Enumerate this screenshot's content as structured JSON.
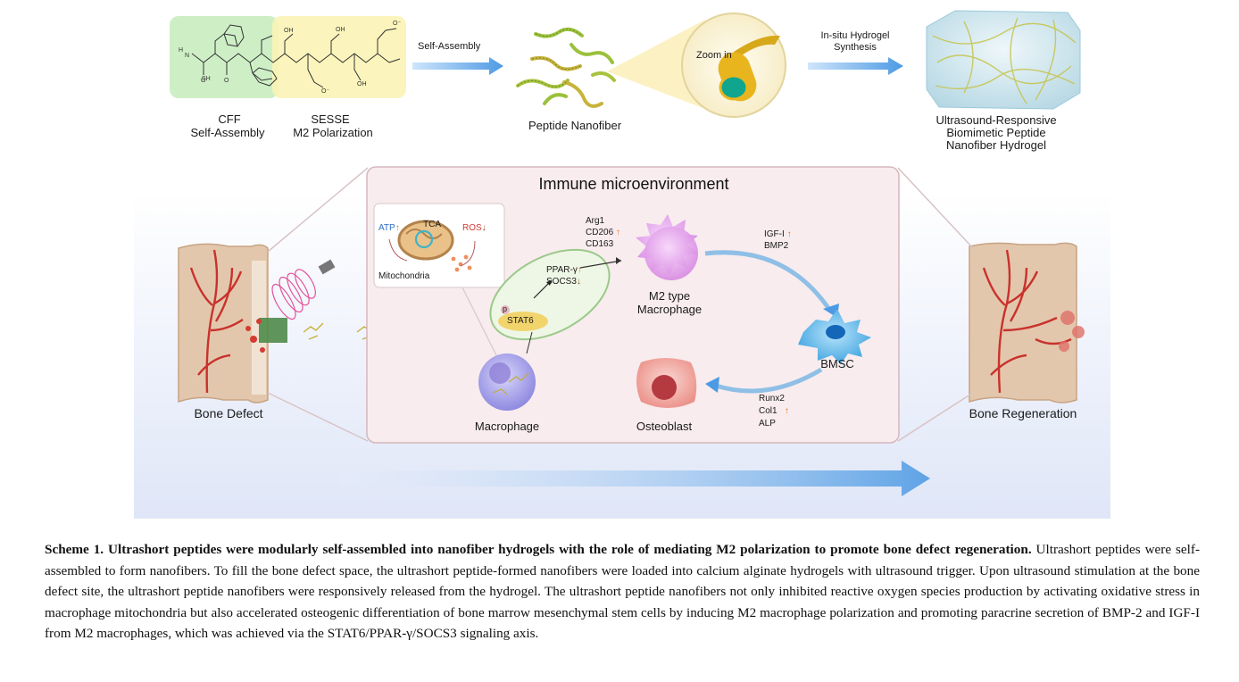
{
  "top": {
    "peptide_labels": {
      "cff": "CFF",
      "cff_sub": "Self-Assembly",
      "sesse": "SESSE",
      "sesse_sub": "M2 Polarization"
    },
    "self_assembly": "Self-Assembly",
    "peptide_nanofiber": "Peptide Nanofiber",
    "zoom_in": "Zoom in",
    "insitu_line1": "In-situ Hydrogel",
    "insitu_line2": "Synthesis",
    "hydrogel_line1": "Ultrasound-Responsive",
    "hydrogel_line2": "Biomimetic Peptide",
    "hydrogel_line3": "Nanofiber Hydrogel"
  },
  "panel": {
    "title": "Immune microenvironment",
    "atp": "ATP",
    "tca": "TCA",
    "ros": "ROS",
    "mitochondria": "Mitochondria",
    "ppar": "PPAR-γ",
    "socs3": "SOCS3",
    "p": "p",
    "stat6": "STAT6",
    "arg1": "Arg1",
    "cd206": "CD206",
    "cd163": "CD163",
    "m2_line1": "M2 type",
    "m2_line2": "Macrophage",
    "igf": "IGF-I",
    "bmp2": "BMP2",
    "bmsc": "BMSC",
    "macrophage": "Macrophage",
    "osteoblast": "Osteoblast",
    "runx2": "Runx2",
    "col1": "Col1",
    "alp": "ALP"
  },
  "bone_defect": "Bone Defect",
  "bone_regeneration": "Bone Regeneration",
  "arrows": {
    "up": "↑",
    "down": "↓"
  },
  "caption": {
    "title": "Scheme 1. Ultrashort peptides were modularly self-assembled into nanofiber hydrogels with the role of mediating M2 polarization to promote bone defect regeneration.",
    "body": " Ultrashort peptides were self-assembled to form nanofibers. To fill the bone defect space, the ultrashort peptide-formed nanofibers were loaded into calcium alginate hydrogels with ultrasound trigger. Upon ultrasound stimulation at the bone defect site, the ultrashort peptide nanofibers were responsively released from the hydrogel. The ultrashort peptide nanofibers not only inhibited reactive oxygen species production by activating oxidative stress in macrophage mitochondria but also accelerated osteogenic differentiation of bone marrow mesenchymal stem cells by inducing M2 macrophage polarization and promoting paracrine secretion of BMP-2 and IGF-I from M2 macrophages, which was achieved via the STAT6/PPAR-γ/SOCS3 signaling axis."
  },
  "colors": {
    "cff_highlight": "#c9edc0",
    "sesse_highlight": "#fbf3b5",
    "arrow_blue": "#5aa7e6",
    "panel_bg": "#f8ecee",
    "bone": "#e3c7ad",
    "vessel": "#c8322c",
    "macrophage": "#a9a4e8",
    "m2": "#e4a5ea",
    "bmsc": "#5eb8e8",
    "osteoblast": "#f0a6a1"
  }
}
